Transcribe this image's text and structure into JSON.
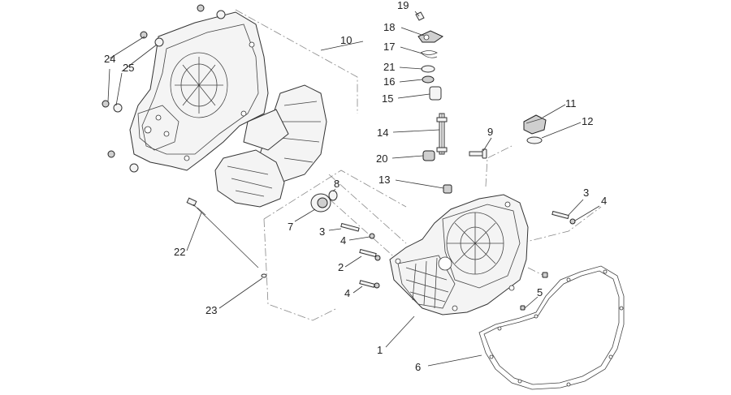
{
  "callouts": [
    {
      "id": "1",
      "label": "1"
    },
    {
      "id": "2",
      "label": "2"
    },
    {
      "id": "3a",
      "label": "3"
    },
    {
      "id": "3b",
      "label": "3"
    },
    {
      "id": "4a",
      "label": "4"
    },
    {
      "id": "4b",
      "label": "4"
    },
    {
      "id": "4c",
      "label": "4"
    },
    {
      "id": "5",
      "label": "5"
    },
    {
      "id": "6",
      "label": "6"
    },
    {
      "id": "7",
      "label": "7"
    },
    {
      "id": "8",
      "label": "8"
    },
    {
      "id": "9",
      "label": "9"
    },
    {
      "id": "10",
      "label": "10"
    },
    {
      "id": "11",
      "label": "11"
    },
    {
      "id": "12",
      "label": "12"
    },
    {
      "id": "13",
      "label": "13"
    },
    {
      "id": "14",
      "label": "14"
    },
    {
      "id": "15",
      "label": "15"
    },
    {
      "id": "16",
      "label": "16"
    },
    {
      "id": "17",
      "label": "17"
    },
    {
      "id": "18",
      "label": "18"
    },
    {
      "id": "19",
      "label": "19"
    },
    {
      "id": "20",
      "label": "20"
    },
    {
      "id": "21",
      "label": "21"
    },
    {
      "id": "22",
      "label": "22"
    },
    {
      "id": "23",
      "label": "23"
    },
    {
      "id": "24",
      "label": "24"
    },
    {
      "id": "25",
      "label": "25"
    }
  ]
}
